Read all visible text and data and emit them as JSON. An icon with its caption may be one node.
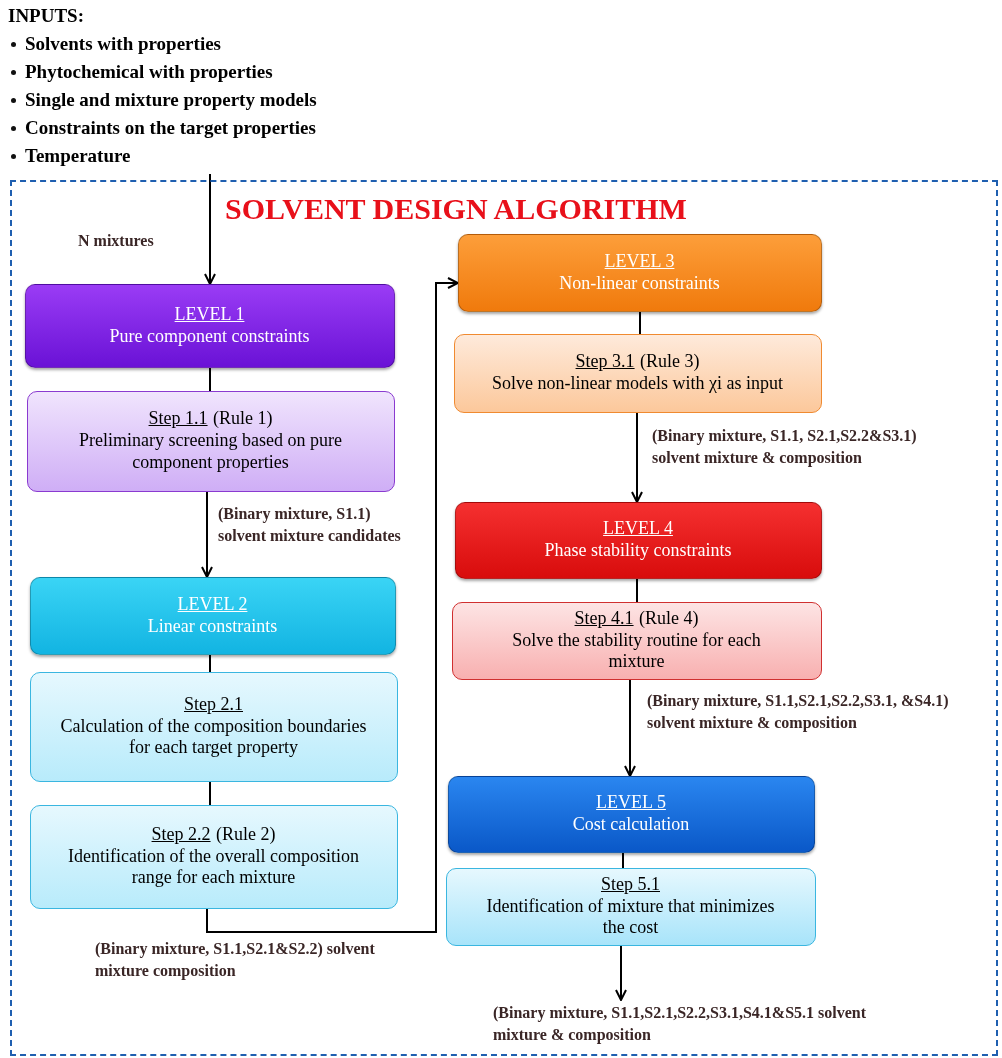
{
  "diagram": {
    "nodes": [
      {
        "text": [
          "INPUTS:",
          "Solvents with properties",
          "Phytochemical with properties",
          "Single and mixture property models",
          "Constraints on the target properties",
          "Temperature"
        ]
      },
      {
        "text": [
          "SOLVENT DESIGN ALGORITHM"
        ]
      },
      {
        "text": [
          "LEVEL 1",
          "Pure component constraints"
        ],
        "in": 1
      },
      {
        "text": [
          "Step 1.1",
          "(Rule 1)",
          "Preliminary screening based on pure component properties"
        ],
        "in": 1
      },
      {
        "text": [
          "LEVEL 2",
          "Linear constraints"
        ],
        "in": 1
      },
      {
        "text": [
          "Step 2.1",
          "Calculation of the composition boundaries for each target property"
        ],
        "in": 1
      },
      {
        "text": [
          "Step 2.2",
          "(Rule 2)",
          "Identification of the overall composition range for each mixture"
        ],
        "in": 1
      },
      {
        "text": [
          "LEVEL 3",
          "Non-linear constraints"
        ],
        "in": 1
      },
      {
        "text": [
          "Step 3.1",
          "(Rule 3)",
          "Solve non-linear models with χi as input"
        ],
        "in": 1
      },
      {
        "text": [
          "LEVEL 4",
          "Phase stability constraints"
        ],
        "in": 1
      },
      {
        "text": [
          "Step 4.1",
          "(Rule 4)",
          "Solve the stability routine for each mixture"
        ],
        "in": 1
      },
      {
        "text": [
          "LEVEL 5",
          "Cost calculation"
        ],
        "in": 1
      },
      {
        "text": [
          "Step 5.1",
          "Identification of mixture that minimizes the cost"
        ],
        "in": 1
      }
    ],
    "edges": [
      {
        "from": 0,
        "to": 2,
        "arrow": "to",
        "label": "N mixtures"
      },
      {
        "from": 2,
        "to": 3,
        "arrow": "none"
      },
      {
        "from": 3,
        "to": 4,
        "arrow": "to",
        "label": "(Binary mixture, S1.1) solvent mixture candidates"
      },
      {
        "from": 4,
        "to": 5,
        "arrow": "none"
      },
      {
        "from": 5,
        "to": 6,
        "arrow": "none"
      },
      {
        "from": 6,
        "to": 7,
        "arrow": "to",
        "label": "(Binary mixture, S1.1,S2.1&S2.2) solvent mixture composition"
      },
      {
        "from": 7,
        "to": 8,
        "arrow": "none"
      },
      {
        "from": 8,
        "to": 9,
        "arrow": "to",
        "label": "(Binary mixture, S1.1, S2.1,S2.2&S3.1) solvent mixture & composition"
      },
      {
        "from": 9,
        "to": 10,
        "arrow": "none"
      },
      {
        "from": 10,
        "to": 11,
        "arrow": "to",
        "label": "(Binary mixture, S1.1,S2.1,S2.2,S3.1, &S4.1) solvent mixture & composition"
      },
      {
        "from": 11,
        "to": 12,
        "arrow": "none"
      },
      {
        "from": 12,
        "to": null,
        "arrow": "to",
        "label": "(Binary mixture, S1.1,S2.1,S2.2,S3.1,S4.1&S5.1 solvent mixture & composition"
      }
    ]
  }
}
